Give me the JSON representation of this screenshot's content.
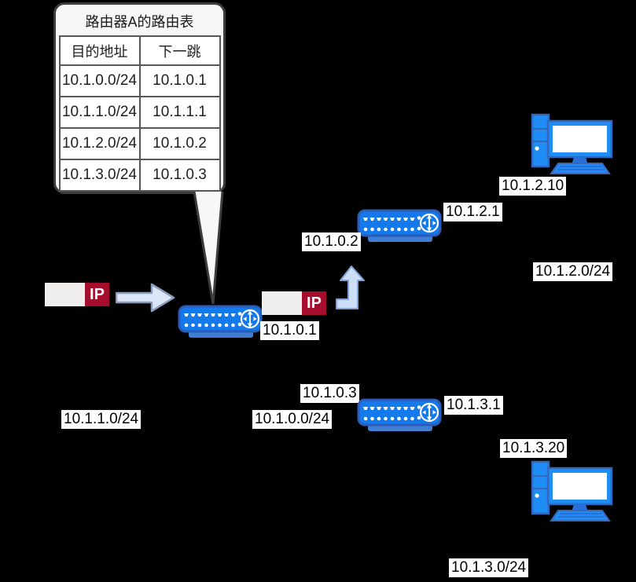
{
  "callout": {
    "title": "路由器A的路由表",
    "table": {
      "headers": [
        "目的地址",
        "下一跳"
      ],
      "rows": [
        [
          "10.1.0.0/24",
          "10.1.0.1"
        ],
        [
          "10.1.1.0/24",
          "10.1.1.1"
        ],
        [
          "10.1.2.0/24",
          "10.1.0.2"
        ],
        [
          "10.1.3.0/24",
          "10.1.0.3"
        ]
      ]
    }
  },
  "packets": {
    "left": {
      "label": "IP"
    },
    "middle": {
      "label": "IP"
    }
  },
  "nodes": {
    "router_a": {
      "label": "10.1.0.1"
    },
    "router_b": {
      "label_left": "10.1.0.2",
      "label_right": "10.1.2.1"
    },
    "router_c": {
      "label_left": "10.1.0.3",
      "label_right": "10.1.3.1"
    },
    "pc_top": {
      "label": "10.1.2.10"
    },
    "pc_bottom": {
      "label": "10.1.3.20"
    }
  },
  "networks": {
    "net_10_1_1": "10.1.1.0/24",
    "net_10_1_0": "10.1.0.0/24",
    "net_10_1_2": "10.1.2.0/24",
    "net_10_1_3": "10.1.3.0/24"
  },
  "icons": {
    "router": "router-icon",
    "computer": "computer-icon",
    "arrow_right": "arrow-right-icon",
    "arrow_up_bent": "arrow-up-bent-icon"
  },
  "colors": {
    "background": "#000000",
    "device_blue": "#147aec",
    "device_blue_dark": "#2d5cb8",
    "packet_red": "#a50d2d",
    "arrow_fill": "#dce6f6",
    "arrow_stroke": "#8b9cbd",
    "callout_bg": "#f7f7f7",
    "callout_border": "#3d3d3d"
  }
}
